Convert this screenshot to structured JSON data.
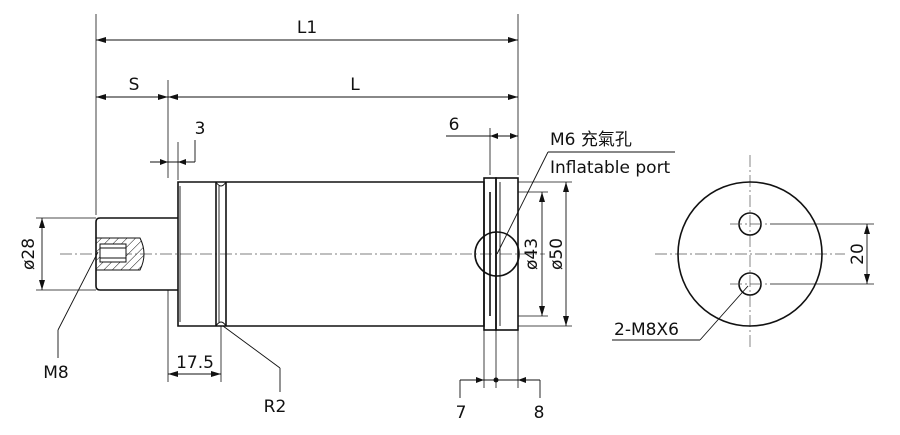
{
  "drawing": {
    "dimensions": {
      "overall_length": "L1",
      "stroke": "S",
      "body_length": "L",
      "flange_offset": "3",
      "groove_spacing": "6",
      "shaft_diameter": "ø28",
      "groove_diameter": "ø43",
      "body_diameter": "ø50",
      "shoulder_length": "17.5",
      "groove_width_left": "7",
      "groove_width_right": "8",
      "hole_spacing": "20"
    },
    "annotations": {
      "thread": "M8",
      "fillet_radius": "R2",
      "inflation_port_cn": "M6 充氣孔",
      "inflation_port_en": "Inflatable port",
      "mounting_holes": "2-M8X6"
    }
  }
}
